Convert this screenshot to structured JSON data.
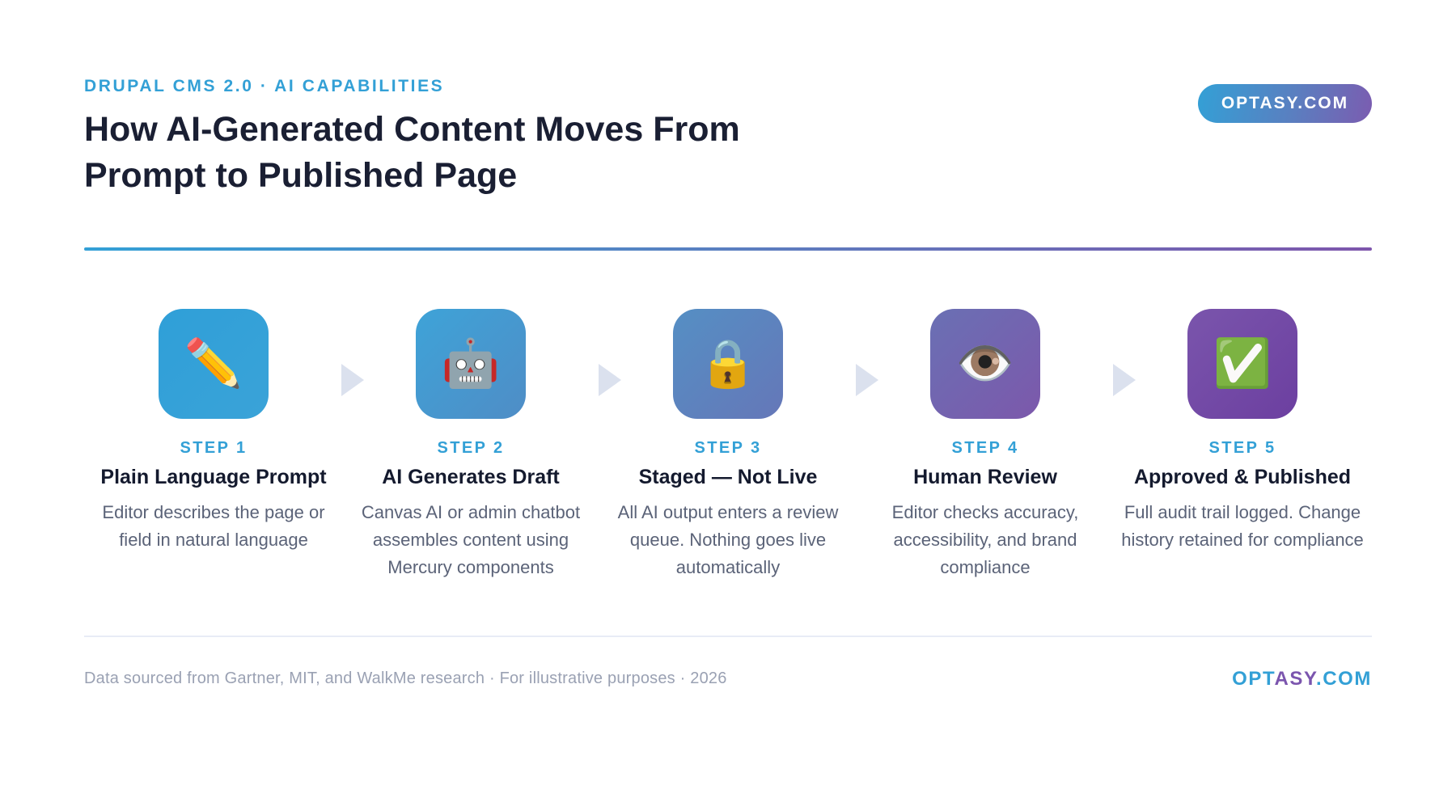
{
  "header": {
    "eyebrow": "DRUPAL CMS 2.0 · AI CAPABILITIES",
    "title_line1": "How AI-Generated Content Moves From",
    "title_line2": "Prompt to Published Page",
    "badge": "OPTASY.COM"
  },
  "colors": {
    "accent_blue": "#33a0d6",
    "accent_purple": "#7b55ae",
    "title_text": "#1a1f33",
    "body_text": "#5b6378",
    "arrow": "#dbe1ee",
    "footnote": "#9aa1b3"
  },
  "steps": [
    {
      "label": "STEP 1",
      "title": "Plain Language Prompt",
      "description": "Editor describes the page or field in natural language",
      "icon": "pencil-icon",
      "glyph": "✏️",
      "tile_gradient": [
        "#2f9fd8",
        "#3aa3d8"
      ]
    },
    {
      "label": "STEP 2",
      "title": "AI Generates Draft",
      "description": "Canvas AI or admin chatbot assembles content using Mercury components",
      "icon": "robot-icon",
      "glyph": "🤖",
      "tile_gradient": [
        "#3ea3d8",
        "#4f8dc6"
      ]
    },
    {
      "label": "STEP 3",
      "title": "Staged — Not Live",
      "description": "All AI output enters a review queue. Nothing goes live automatically",
      "icon": "lock-icon",
      "glyph": "🔒",
      "tile_gradient": [
        "#558fc4",
        "#6577b8"
      ]
    },
    {
      "label": "STEP 4",
      "title": "Human Review",
      "description": "Editor checks accuracy, accessibility, and brand compliance",
      "icon": "eye-icon",
      "glyph": "👁️",
      "tile_gradient": [
        "#6a70b4",
        "#7c58ab"
      ]
    },
    {
      "label": "STEP 5",
      "title": "Approved & Published",
      "description": "Full audit trail logged. Change history retained for compliance",
      "icon": "check-mark-button-icon",
      "glyph": "✅",
      "tile_gradient": [
        "#7a55ac",
        "#6c3fa0"
      ]
    }
  ],
  "footer": {
    "footnote": "Data sourced from Gartner, MIT, and WalkMe research · For illustrative purposes · 2026",
    "brand_part1": "OPT",
    "brand_part2": "ASY",
    "brand_part3": ".COM"
  }
}
